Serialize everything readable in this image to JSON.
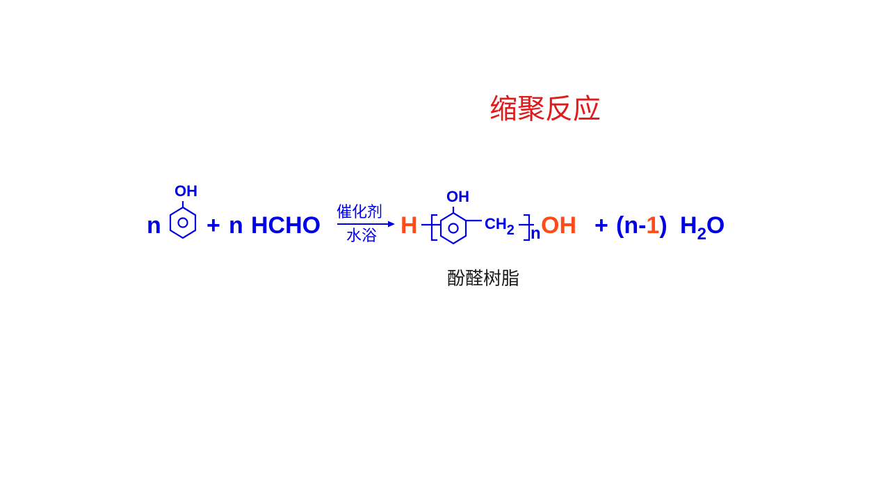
{
  "colors": {
    "blue": "#0000e6",
    "red": "#ff4a1a",
    "title_red": "#e01b1b",
    "caption_black": "#1a1a1a"
  },
  "title": "缩聚反应",
  "equation": {
    "reactant1": {
      "coefficient": "n",
      "substituent": "OH",
      "structure": "benzene-ring-icon"
    },
    "plus1": "+",
    "reactant2": {
      "coefficient": "n",
      "formula": "HCHO"
    },
    "arrow": {
      "condition_top": "催化剂",
      "condition_bottom": "水浴"
    },
    "product": {
      "end_group_left": "H",
      "repeat_unit_substituent": "OH",
      "repeat_unit_ch2": "CH",
      "repeat_unit_ch2_sub": "2",
      "repeat_subscript": "n",
      "end_group_right": "OH",
      "structure": "benzene-ring-icon"
    },
    "plus2": "+",
    "byproduct": {
      "open_paren": "(n-",
      "number": "1",
      "close_paren": ")",
      "h": "H",
      "h_sub": "2",
      "o": "O"
    }
  },
  "product_name": "酚醛树脂"
}
